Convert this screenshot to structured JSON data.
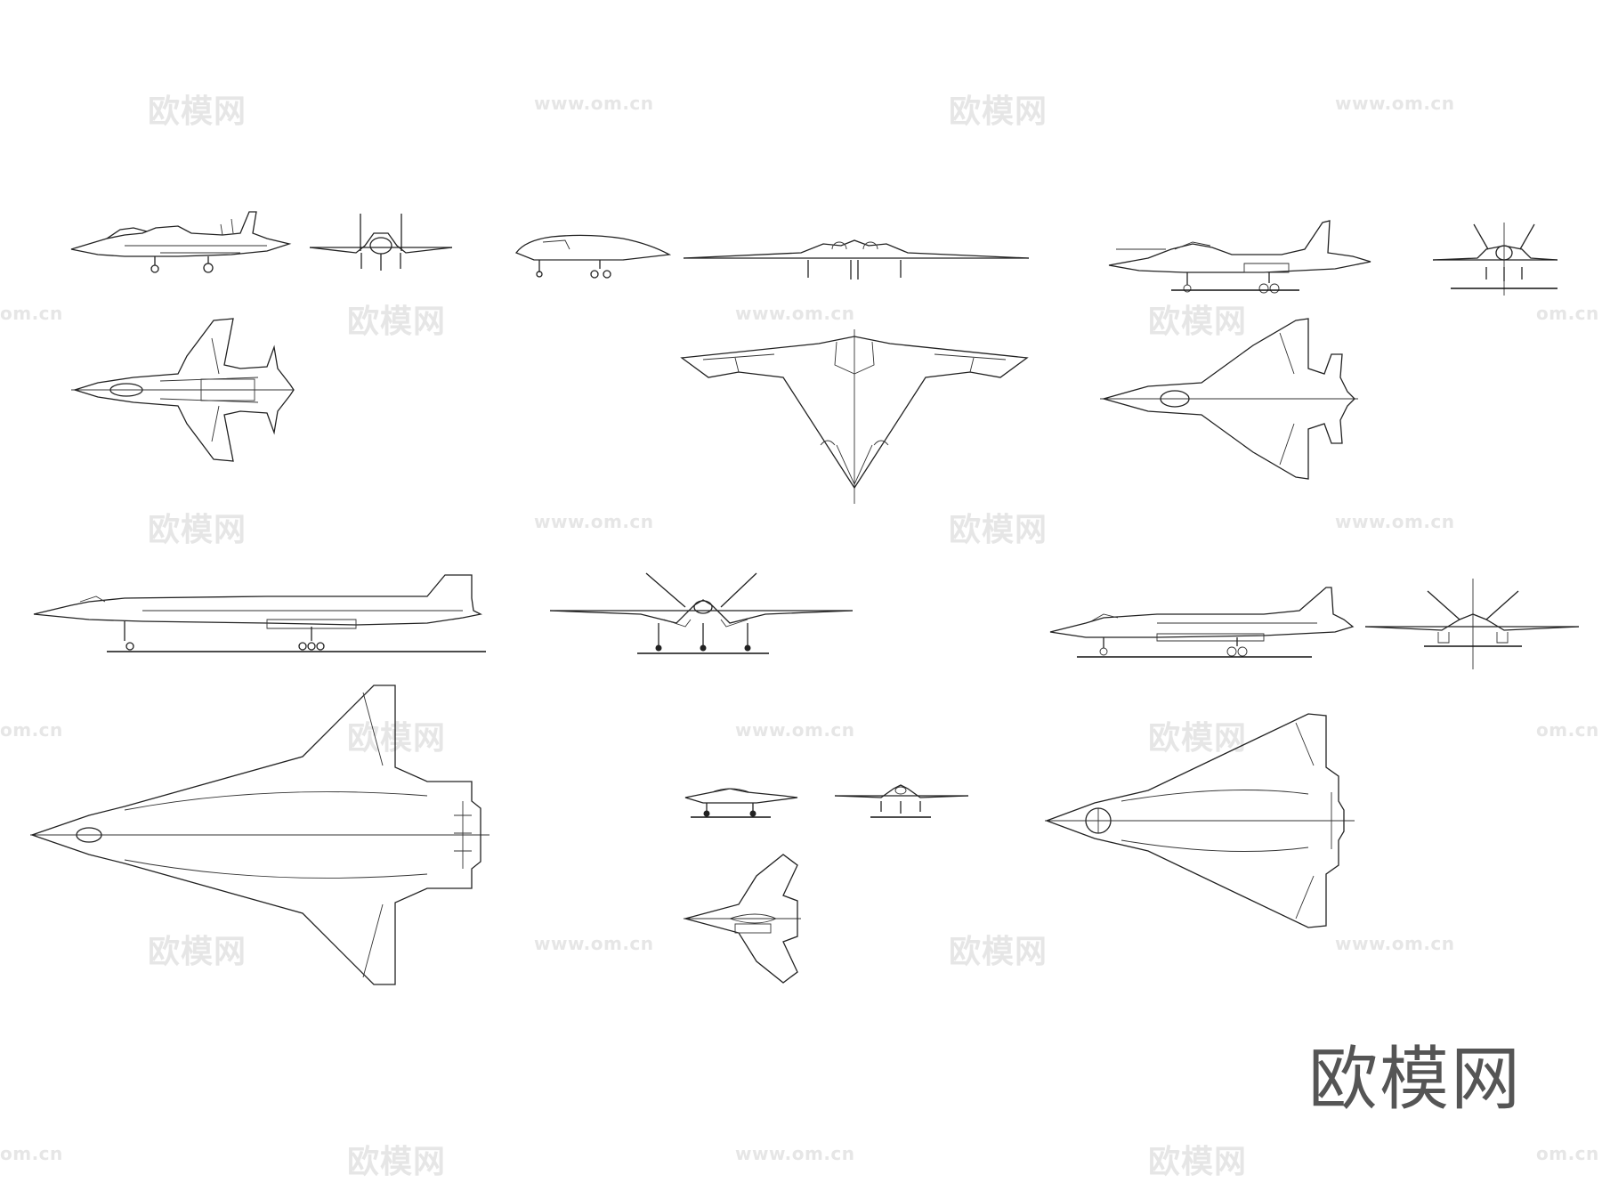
{
  "watermarks": {
    "cn": "欧模网",
    "url": "www.om.cn",
    "url_partial": "om.cn"
  },
  "brand_logo": "欧模网",
  "colors": {
    "line": "#222222",
    "watermark": "#e6e6e6",
    "brand": "#555555",
    "background": "#ffffff"
  }
}
